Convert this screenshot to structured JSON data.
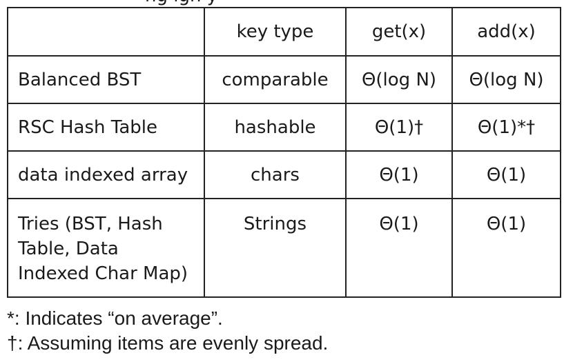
{
  "page": {
    "top_partial_text": "ng ign    y"
  },
  "table": {
    "header": [
      "",
      "key type",
      "get(x)",
      "add(x)"
    ],
    "rows": [
      {
        "structure": "Balanced BST",
        "key_type": "comparable",
        "get": "Θ(log N)",
        "add": "Θ(log N)"
      },
      {
        "structure": "RSC Hash Table",
        "key_type": "hashable",
        "get": "Θ(1)†",
        "add": "Θ(1)*†"
      },
      {
        "structure": "data indexed array",
        "key_type": "chars",
        "get": "Θ(1)",
        "add": "Θ(1)"
      },
      {
        "structure": "Tries (BST, Hash Table, Data Indexed Char Map)",
        "key_type": "Strings",
        "get": "Θ(1)",
        "add": "Θ(1)"
      }
    ]
  },
  "footnotes": {
    "asterisk": "*: Indicates “on average”.",
    "dagger": "†: Assuming items are evenly spread."
  }
}
